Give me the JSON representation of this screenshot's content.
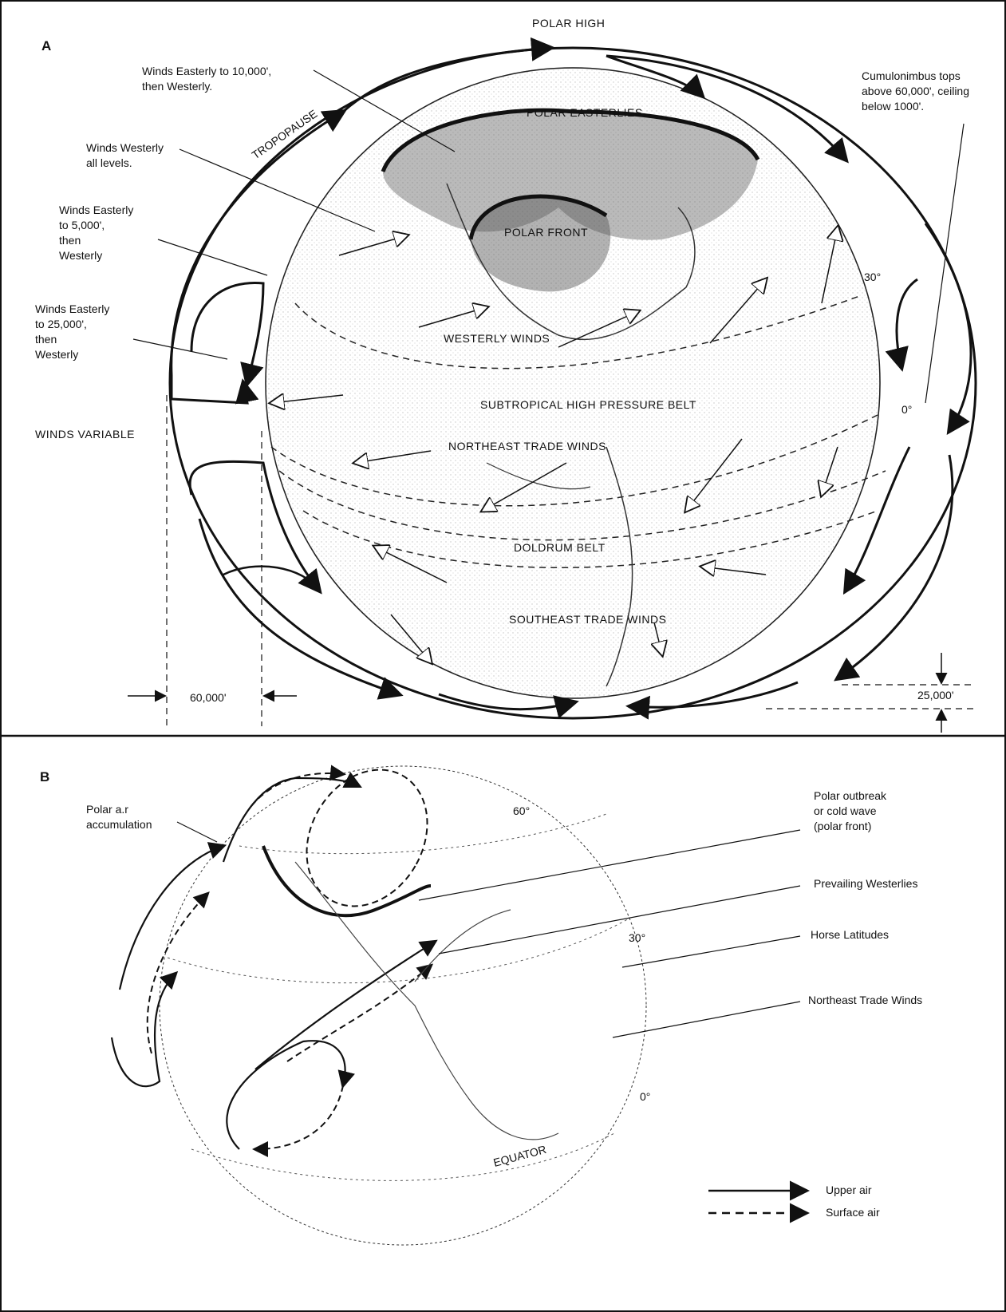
{
  "panel_a": {
    "letter": "A",
    "top_title": "POLAR HIGH",
    "tropopause": "TROPOPAUSE",
    "labels": {
      "easterly_10000": "Winds Easterly to 10,000',\nthen Westerly.",
      "westerly_all": "Winds Westerly\nall levels.",
      "easterly_5000": "Winds Easterly\nto 5,000',\nthen\nWesterly",
      "easterly_25000": "Winds Easterly\nto 25,000',\nthen\nWesterly",
      "variable": "WINDS VARIABLE",
      "cumulonimbus": "Cumulonimbus tops\nabove 60,000', ceiling\nbelow 1000'."
    },
    "globe_labels": {
      "polar_easterlies": "POLAR EASTERLIES",
      "polar_front": "POLAR FRONT",
      "westerly_winds": "WESTERLY WINDS",
      "subtropical": "SUBTROPICAL HIGH PRESSURE BELT",
      "ne_trade": "NORTHEAST TRADE WINDS",
      "doldrum": "DOLDRUM BELT",
      "se_trade": "SOUTHEAST TRADE WINDS"
    },
    "lat_30": "30°",
    "lat_0": "0°",
    "dim_60000": "60,000'",
    "dim_25000": "25,000'"
  },
  "panel_b": {
    "letter": "B",
    "polar_accumulation": "Polar a.r\naccumulation",
    "polar_outbreak": "Polar outbreak\nor cold wave\n(polar front)",
    "prevailing_westerlies": "Prevailing Westerlies",
    "horse_latitudes": "Horse Latitudes",
    "ne_trade_winds": "Northeast Trade Winds",
    "lat_60": "60°",
    "lat_30": "30°",
    "lat_0": "0°",
    "equator": "EQUATOR",
    "legend": [
      {
        "style": "solid",
        "label": "Upper air"
      },
      {
        "style": "dashed",
        "label": "Surface air"
      }
    ]
  },
  "colors": {
    "ink": "#111111",
    "paper": "#ffffff"
  }
}
